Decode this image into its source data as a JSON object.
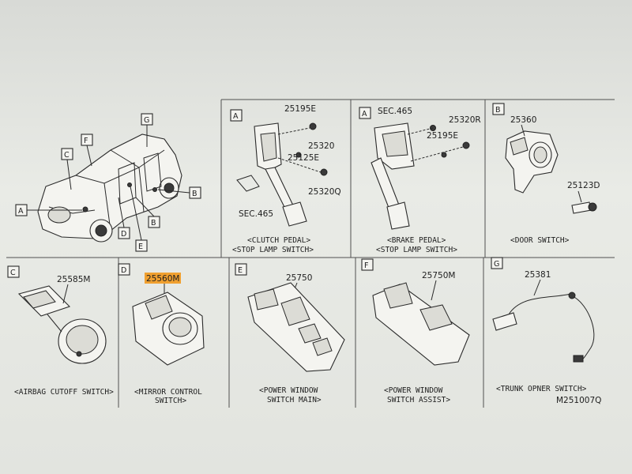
{
  "diagram_code": "M251007Q",
  "highlight_color": "#f0a030",
  "car": {
    "callouts": [
      "A",
      "B",
      "B",
      "C",
      "D",
      "E",
      "F",
      "G"
    ]
  },
  "panels": [
    {
      "id": "A1",
      "letter": "A",
      "caption_lines": [
        "<CLUTCH PEDAL>",
        "<STOP LAMP SWITCH>"
      ],
      "part_numbers": [
        "25195E",
        "25320",
        "25125E",
        "25320Q",
        "SEC.465"
      ]
    },
    {
      "id": "A2",
      "letter": "A",
      "caption_lines": [
        "<BRAKE PEDAL>",
        "<STOP LAMP SWITCH>"
      ],
      "part_numbers": [
        "SEC.465",
        "25320R",
        "25195E"
      ]
    },
    {
      "id": "B",
      "letter": "B",
      "caption_lines": [
        "<DOOR SWITCH>"
      ],
      "part_numbers": [
        "25360",
        "25123D"
      ]
    },
    {
      "id": "C",
      "letter": "C",
      "caption_lines": [
        "<AIRBAG CUTOFF SWITCH>"
      ],
      "part_numbers": [
        "25585M"
      ]
    },
    {
      "id": "D",
      "letter": "D",
      "caption_lines": [
        "<MIRROR CONTROL",
        "SWITCH>"
      ],
      "part_numbers": [
        "25560M"
      ]
    },
    {
      "id": "E",
      "letter": "E",
      "caption_lines": [
        "<POWER WINDOW",
        "SWITCH MAIN>"
      ],
      "part_numbers": [
        "25750"
      ]
    },
    {
      "id": "F",
      "letter": "F",
      "caption_lines": [
        "<POWER WINDOW",
        "SWITCH ASSIST>"
      ],
      "part_numbers": [
        "25750M"
      ]
    },
    {
      "id": "G",
      "letter": "G",
      "caption_lines": [
        "<TRUNK OPNER SWITCH>"
      ],
      "part_numbers": [
        "25381"
      ]
    }
  ]
}
